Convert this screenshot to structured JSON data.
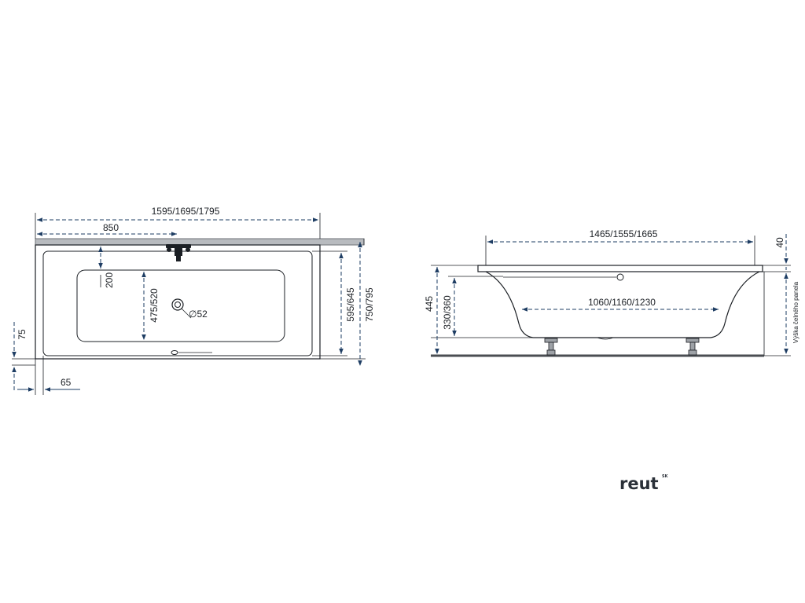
{
  "top_view": {
    "overall_length": "1595/1695/1795",
    "drain_offset": "850",
    "inner_offset": "200",
    "basin_width": "475/520",
    "drain_diameter": "∅52",
    "rim_width_bottom": "75",
    "rim_width_left": "65",
    "inner_width": "595/645",
    "overall_width": "750/795"
  },
  "side_view": {
    "top_length": "1465/1555/1665",
    "bottom_length": "1060/1160/1230",
    "overall_height": "445",
    "inner_depth": "330/360",
    "rim_thickness": "40",
    "panel_height_label": "Výška čelného panela"
  },
  "brand": {
    "logo": "reut",
    "logo_suffix": "SK"
  },
  "colors": {
    "dimension_line": "#1e3d63",
    "outline": "#1b1f24",
    "wall": "#8a8d92",
    "floor": "#4a4d52"
  }
}
